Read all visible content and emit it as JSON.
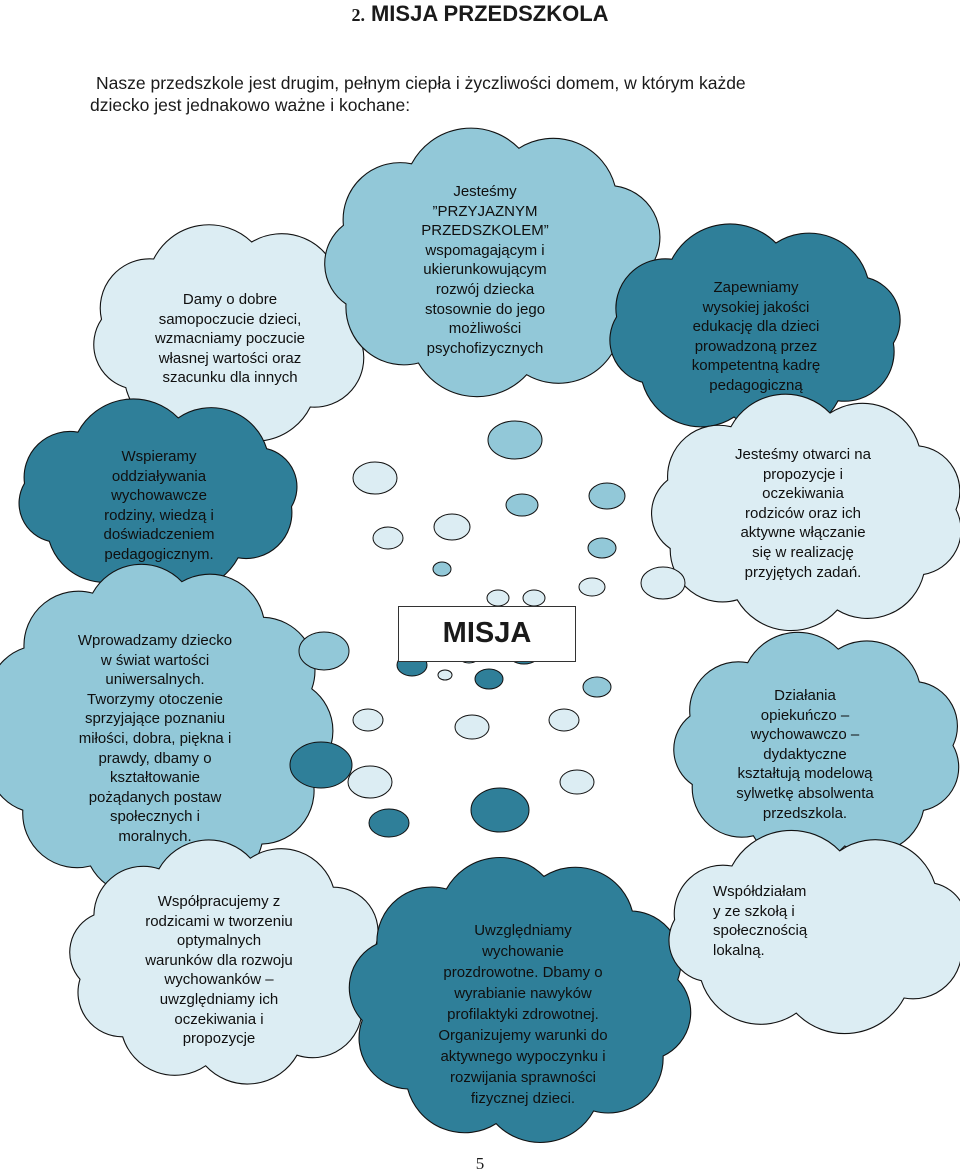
{
  "heading": {
    "number": "2.",
    "title": "MISJA PRZEDSZKOLA"
  },
  "intro": {
    "line1": "Nasze przedszkole jest drugim, pełnym ciepła i życzliwości domem, w którym każde",
    "line2": "dziecko jest jednakowo ważne i kochane:"
  },
  "center_label": "MISJA",
  "colors": {
    "light": "#dcedf3",
    "medium": "#92c8d8",
    "dark": "#2f7f99",
    "stroke": "#111111"
  },
  "clouds": [
    {
      "id": "samopoczucie",
      "shade": "light",
      "text": "Damy o dobre\nsamopoczucie dzieci,\nwzmacniamy poczucie\nwłasnej wartości oraz\nszacunku dla innych"
    },
    {
      "id": "przyjazne",
      "shade": "medium",
      "text": "Jesteśmy\n”PRZYJAZNYM\nPRZEDSZKOLEM”\nwspomagającym i\nukierunkowującym\nrozwój dziecka\nstosownie do jego\nmożliwości\npsychofizycznych"
    },
    {
      "id": "edukacja",
      "shade": "dark",
      "text": "Zapewniamy\nwysokiej jakości\nedukację dla dzieci\nprowadzoną przez\nkompetentną kadrę\npedagogiczną"
    },
    {
      "id": "wspieramy",
      "shade": "dark",
      "text": "Wspieramy\noddziaływania\nwychowawcze\nrodziny, wiedzą i\ndoświadczeniem\npedagogicznym."
    },
    {
      "id": "otwarci",
      "shade": "light",
      "text": "Jesteśmy otwarci na\npropozycje i\noczekiwania\nrodziców oraz ich\naktywne włączanie\nsię w realizację\nprzyjętych zadań."
    },
    {
      "id": "wartosci",
      "shade": "medium",
      "text": "Wprowadzamy dziecko\nw świat wartości\nuniwersalnych.\nTworzymy otoczenie\nsprzyjające poznaniu\nmiłości, dobra, piękna i\nprawdy, dbamy o\nkształtowanie\npożądanych postaw\nspołecznych i\nmoralnych."
    },
    {
      "id": "dzialania",
      "shade": "medium",
      "text": "Działania\nopiekuńczo –\nwychowawczo –\ndydaktyczne\nkształtują modelową\nsylwetkę absolwenta\nprzedszkola."
    },
    {
      "id": "wspolpracujemy",
      "shade": "light",
      "text": "Współpracujemy z\nrodzicami w tworzeniu\noptymalnych\nwarunków dla rozwoju\nwychowanków –\nuwzględniamy ich\noczekiwania i\npropozycje"
    },
    {
      "id": "zdrowie",
      "shade": "dark",
      "text": "Uwzględniamy\nwychowanie\nprozdrowotne. Dbamy o\nwyrabianie nawyków\nprofilaktyki zdrowotnej.\nOrganizujemy warunki do\naktywnego wypoczynku i\nrozwijania sprawności\nfizycznej dzieci."
    },
    {
      "id": "szkola",
      "shade": "light",
      "text": "Współdziałam\ny ze szkołą i\nspołecznością\nlokalną."
    }
  ],
  "bubble_shades": [
    "medium",
    "light",
    "medium",
    "light",
    "medium",
    "light",
    "medium",
    "medium",
    "light",
    "light",
    "light",
    "light",
    "medium",
    "dark",
    "medium",
    "dark",
    "light",
    "dark",
    "light",
    "light",
    "light",
    "medium",
    "dark",
    "light",
    "light",
    "dark",
    "dark"
  ],
  "page_number": "5"
}
